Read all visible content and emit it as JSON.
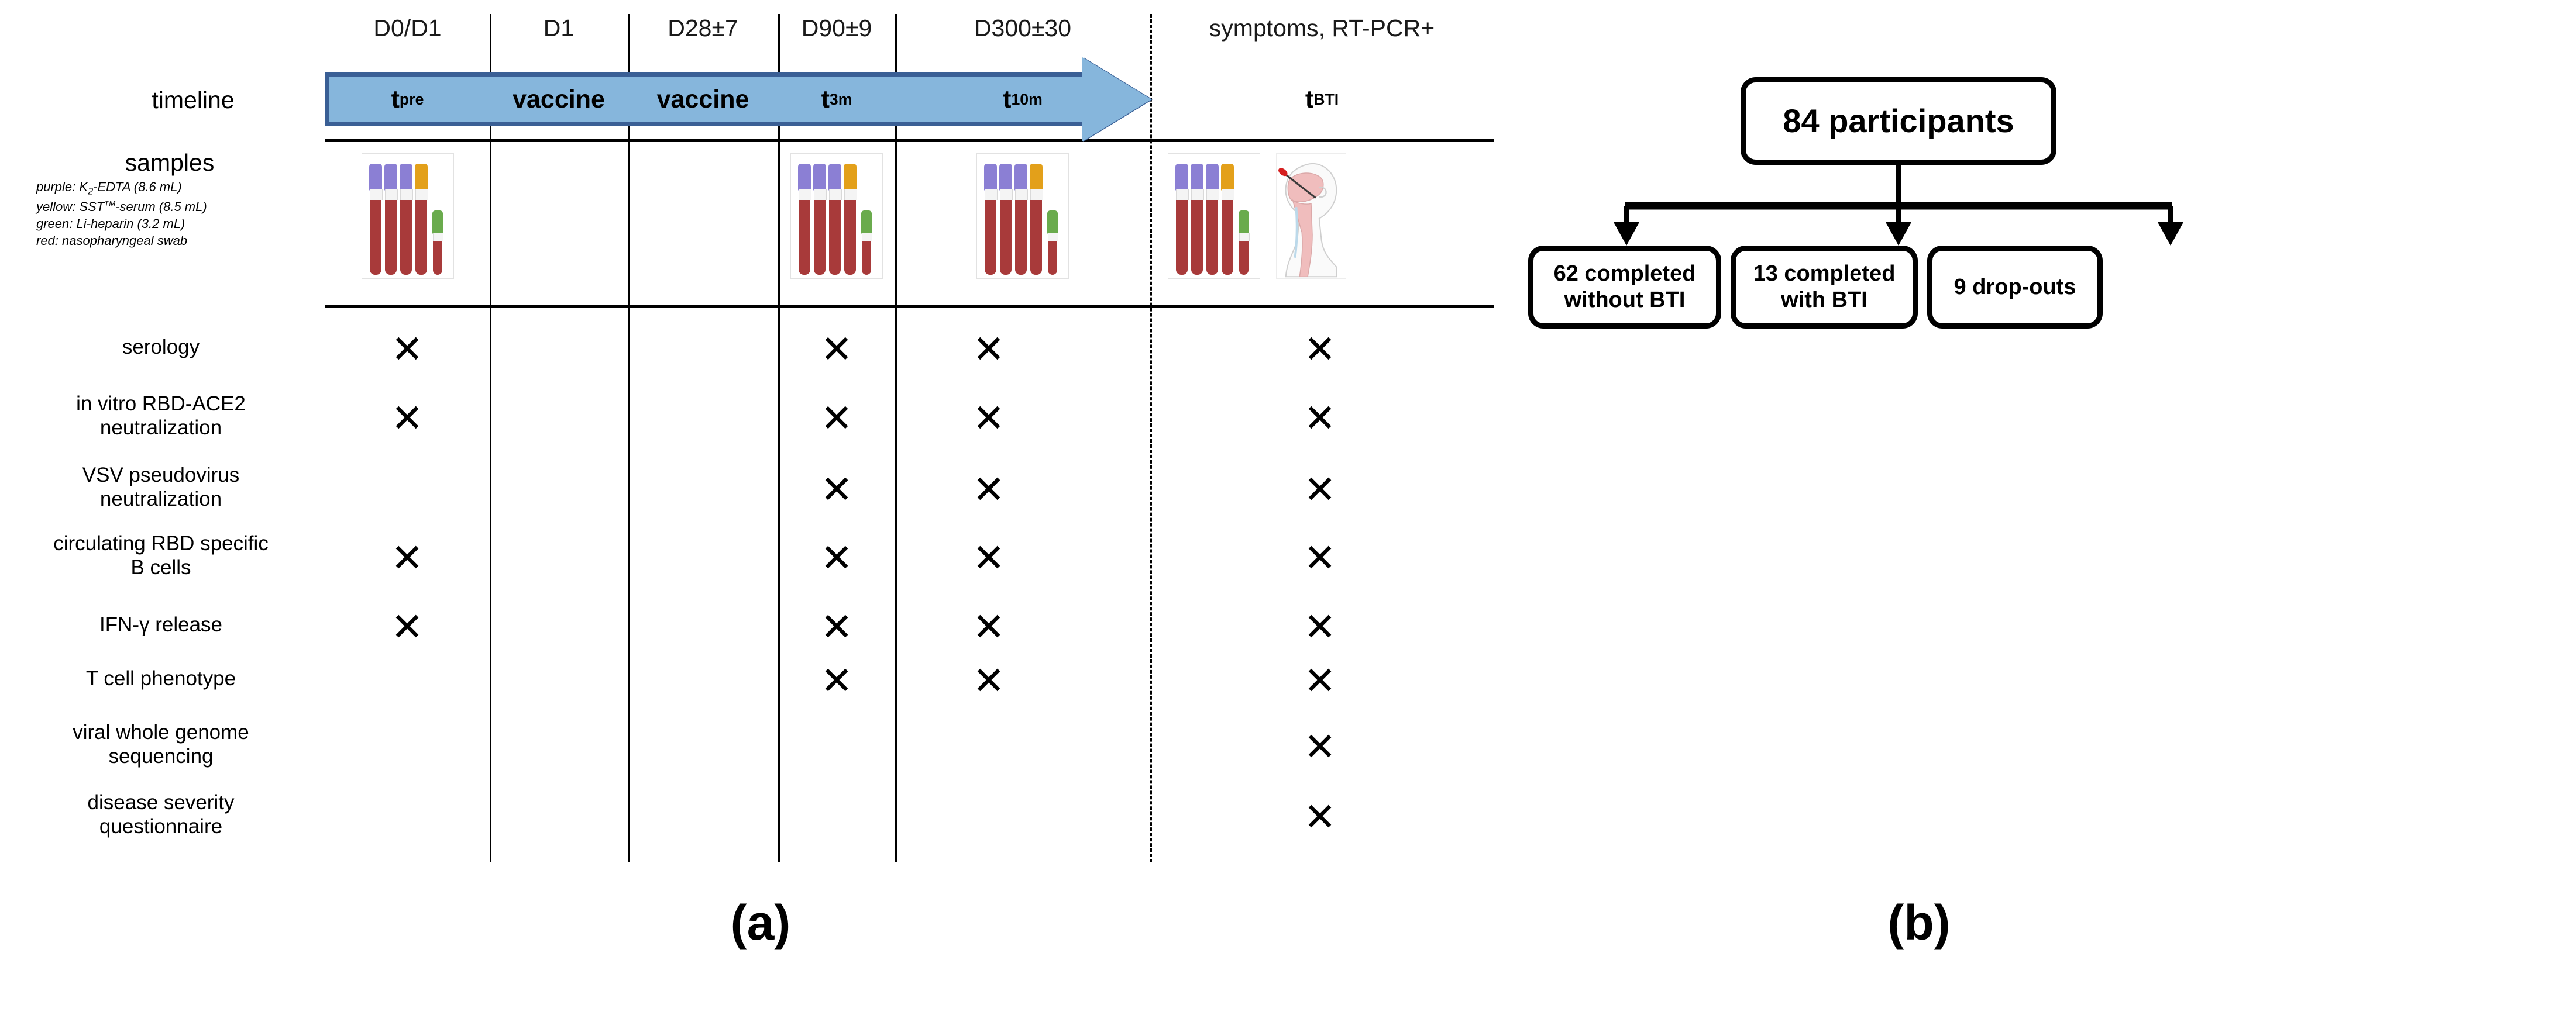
{
  "panel_a": {
    "tag": "(a)",
    "columns": [
      {
        "id": "d0d1",
        "header": "D0/D1",
        "timeline": "t",
        "timeline_sub": "pre"
      },
      {
        "id": "d1",
        "header": "D1",
        "timeline": "vaccine",
        "timeline_sub": ""
      },
      {
        "id": "d28",
        "header": "D28±7",
        "timeline": "vaccine",
        "timeline_sub": ""
      },
      {
        "id": "d90",
        "header": "D90±9",
        "timeline": "t",
        "timeline_sub": "3m"
      },
      {
        "id": "d300",
        "header": "D300±30",
        "timeline": "t",
        "timeline_sub": "10m"
      },
      {
        "id": "bti",
        "header": "symptoms, RT-PCR+",
        "timeline": "t",
        "timeline_sub": "BTI"
      }
    ],
    "row_headers": {
      "timeline": "timeline",
      "samples": "samples"
    },
    "samples_legend": [
      {
        "color_name": "purple",
        "text": "K",
        "sub": "2",
        "rest": "-EDTA (8.6 mL)"
      },
      {
        "color_name": "yellow",
        "text": "SST",
        "sup": "TM",
        "rest": "-serum (8.5 mL)"
      },
      {
        "color_name": "green",
        "text": "Li-heparin  (3.2 mL)"
      },
      {
        "color_name": "red",
        "text": "nasopharyngeal swab"
      }
    ],
    "sample_columns": [
      "d0d1",
      "d90",
      "d300",
      "bti"
    ],
    "swab_columns": [
      "bti"
    ],
    "tube_colors": {
      "purple": "#8b7fd4",
      "yellow": "#e3a01a",
      "green": "#6aab4d",
      "blood": "#a83a3a",
      "swab_red": "#d62020"
    },
    "timeline_colors": {
      "fill": "#86b6dc",
      "border": "#3a5f95"
    },
    "assays": [
      {
        "label": "serology",
        "lines": [
          "serology"
        ],
        "marks": [
          "d0d1",
          "d90",
          "d300",
          "bti"
        ]
      },
      {
        "label": "in vitro RBD-ACE2 neutralization",
        "lines": [
          "in vitro RBD-ACE2",
          "neutralization"
        ],
        "marks": [
          "d0d1",
          "d90",
          "d300",
          "bti"
        ]
      },
      {
        "label": "VSV pseudovirus neutralization",
        "lines": [
          "VSV pseudovirus",
          "neutralization"
        ],
        "marks": [
          "d90",
          "d300",
          "bti"
        ]
      },
      {
        "label": "circulating RBD specific B cells",
        "lines": [
          "circulating RBD specific",
          "B cells"
        ],
        "marks": [
          "d0d1",
          "d90",
          "d300",
          "bti"
        ]
      },
      {
        "label": "IFN-γ release",
        "lines": [
          "IFN-γ release"
        ],
        "marks": [
          "d0d1",
          "d90",
          "d300",
          "bti"
        ]
      },
      {
        "label": "T cell phenotype",
        "lines": [
          "T cell phenotype"
        ],
        "marks": [
          "d90",
          "d300",
          "bti"
        ]
      },
      {
        "label": "viral whole genome sequencing",
        "lines": [
          "viral whole genome",
          "sequencing"
        ],
        "marks": [
          "bti"
        ]
      },
      {
        "label": "disease severity questionnaire",
        "lines": [
          "disease severity",
          "questionnaire"
        ],
        "marks": [
          "bti"
        ]
      }
    ],
    "mark_symbol": "✕"
  },
  "panel_b": {
    "tag": "(b)",
    "root": {
      "label": "84 participants"
    },
    "leaves": [
      {
        "id": "completed-without-bti",
        "line1": "62 completed",
        "line2": "without BTI"
      },
      {
        "id": "completed-with-bti",
        "line1": "13 completed",
        "line2": "with BTI"
      },
      {
        "id": "drop-outs",
        "line1": "9 drop-outs",
        "line2": ""
      }
    ]
  }
}
